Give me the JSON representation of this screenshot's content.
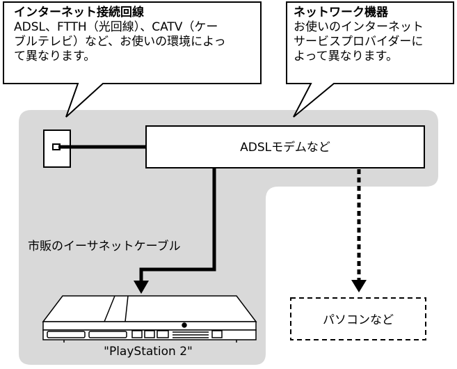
{
  "callouts": {
    "left": {
      "title": "インターネット接続回線",
      "lines": [
        "ADSL、FTTH（光回線）、CATV（ケー",
        "ブルテレビ）など、お使いの環境によっ",
        "て異なります。"
      ]
    },
    "right": {
      "title": "ネットワーク機器",
      "lines": [
        "お使いのインターネット",
        "サービスプロバイダーに",
        "よって異なります。"
      ]
    }
  },
  "modem_label": "ADSLモデムなど",
  "cable_label": "市販のイーサネットケーブル",
  "ps2_label": "\"PlayStation 2\"",
  "pc_label": "パソコンなど",
  "colors": {
    "background_area": "#d9d9d9",
    "line": "#000000"
  }
}
